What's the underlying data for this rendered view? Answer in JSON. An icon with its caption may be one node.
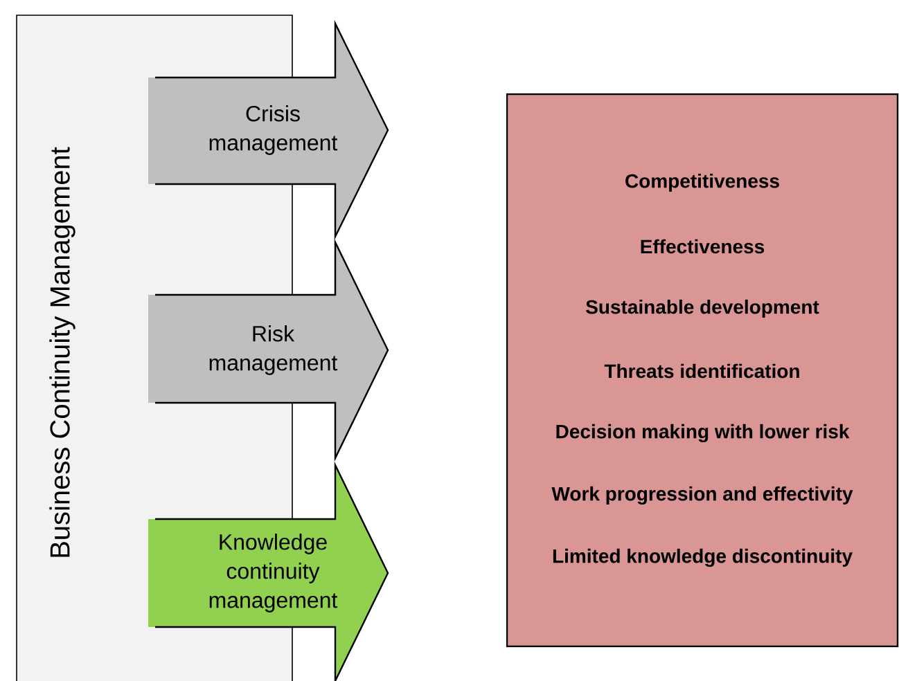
{
  "diagram": {
    "nodes": [
      {
        "text": [
          "Business Continuity Management"
        ]
      },
      {
        "text": [
          "Crisis management"
        ]
      },
      {
        "text": [
          "Risk management"
        ]
      },
      {
        "text": [
          "Knowledge continuity management"
        ]
      },
      {
        "text": [
          "Competitiveness",
          "Effectiveness",
          "Sustainable development",
          "Threats identification",
          "Decision making with lower risk",
          "Work progression and effectivity",
          "Limited knowledge discontinuity"
        ]
      }
    ]
  }
}
